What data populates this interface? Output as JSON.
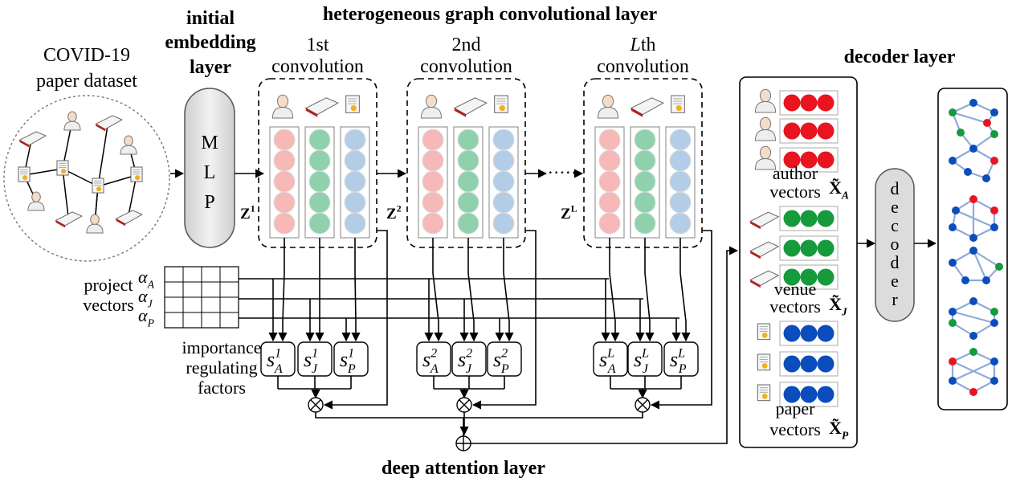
{
  "headings": {
    "hgcl": "heterogeneous graph convolutional layer",
    "embed_1": "initial",
    "embed_2": "embedding",
    "embed_3": "layer",
    "decoder_layer": "decoder layer",
    "deep_attention": "deep attention layer"
  },
  "dataset": {
    "line1": "COVID-19",
    "line2": "paper dataset"
  },
  "mlp": [
    "M",
    "L",
    "P"
  ],
  "convolutions": [
    {
      "ordinal": "1st",
      "word": "convolution",
      "z_base": "Z",
      "z_sup": "1",
      "s_sup": "1"
    },
    {
      "ordinal": "2nd",
      "word": "convolution",
      "z_base": "Z",
      "z_sup": "2",
      "s_sup": "2"
    },
    {
      "ordinal_italic": "L",
      "ordinal_rest": "th",
      "word": "convolution",
      "z_base": "Z",
      "z_sup": "L",
      "s_sup": "L"
    }
  ],
  "dots": "·····",
  "project": {
    "label1": "project",
    "label2": "vectors",
    "alphas": [
      {
        "base": "α",
        "sub": "A"
      },
      {
        "base": "α",
        "sub": "J"
      },
      {
        "base": "α",
        "sub": "P"
      }
    ]
  },
  "importance": {
    "l1": "importance",
    "l2": "regulating",
    "l3": "factors"
  },
  "s_base": "s",
  "s_subs": [
    "A",
    "J",
    "P"
  ],
  "ops": {
    "multiply": "⊗",
    "sum": "⊕"
  },
  "outputs": [
    {
      "word": "author",
      "sub": "A",
      "color": "#e8141f",
      "icon": "person-icon"
    },
    {
      "word": "venue",
      "sub": "J",
      "color": "#159a3c",
      "icon": "book-icon"
    },
    {
      "word": "paper",
      "sub": "P",
      "color": "#0b4dbd",
      "icon": "document-icon"
    }
  ],
  "vectors_word": "vectors",
  "x_tilde": "X̃",
  "decoder_letters": [
    "d",
    "e",
    "c",
    "o",
    "d",
    "e",
    "r"
  ],
  "colors": {
    "pink": "#f7b8b8",
    "green": "#8fd1ad",
    "blue": "#b4cde6",
    "red": "#e8141f",
    "dgreen": "#159a3c",
    "dblue": "#0b4dbd",
    "edge": "#8eaadb",
    "gray": "#dcdcdc"
  }
}
